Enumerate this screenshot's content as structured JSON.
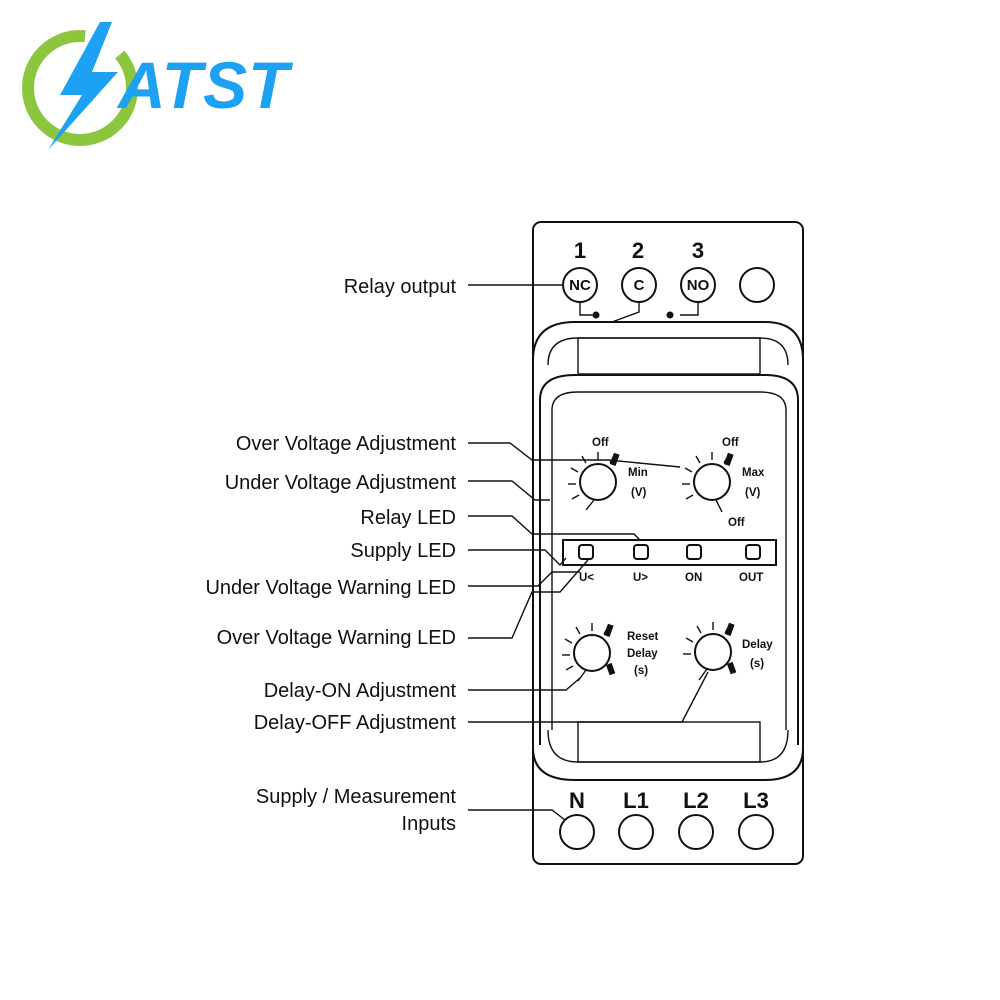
{
  "logo": {
    "text": "ATST",
    "colors": {
      "green": "#8cc63f",
      "blue": "#1da1f2"
    }
  },
  "terminals_top": [
    {
      "number": "1",
      "label": "NC"
    },
    {
      "number": "2",
      "label": "C"
    },
    {
      "number": "3",
      "label": "NO"
    }
  ],
  "terminals_bottom": [
    "N",
    "L1",
    "L2",
    "L3"
  ],
  "callouts": {
    "relay_output": "Relay output",
    "over_voltage_adjustment": "Over Voltage Adjustment",
    "under_voltage_adjustment": "Under Voltage Adjustment",
    "relay_led": "Relay LED",
    "supply_led": "Supply LED",
    "under_voltage_warning_led": "Under Voltage Warning LED",
    "over_voltage_warning_led": "Over Voltage Warning LED",
    "delay_on_adjustment": "Delay-ON Adjustment",
    "delay_off_adjustment": "Delay-OFF Adjustment",
    "supply_inputs_line1": "Supply / Measurement",
    "supply_inputs_line2": "Inputs"
  },
  "knobs": {
    "min": {
      "off": "Off",
      "label": "Min",
      "unit": "(V)"
    },
    "max": {
      "off": "Off",
      "label": "Max",
      "unit": "(V)"
    },
    "reset_delay": {
      "line1": "Reset",
      "line2": "Delay",
      "unit": "(s)"
    },
    "delay": {
      "label": "Delay",
      "unit": "(s)"
    }
  },
  "leds": {
    "labels": [
      "U<",
      "U>",
      "ON",
      "OUT"
    ],
    "out_off": "Off"
  }
}
